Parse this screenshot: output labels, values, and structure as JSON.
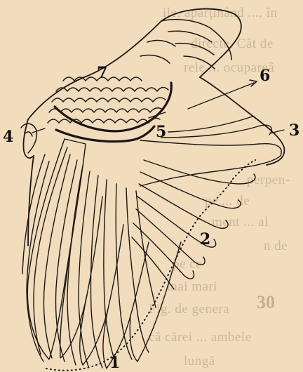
{
  "figure": {
    "labels": {
      "l1": "1",
      "l2": "2",
      "l3": "3",
      "l4": "4",
      "l5": "5",
      "l6": "6",
      "l7": "7"
    },
    "bleed_through": {
      "line1": "ile, aparţinând ..., în",
      "line2": "directe. Cât de",
      "line3": "rele ... ocupareâ",
      "line4": "perpen-",
      "line5": "pe ... de",
      "line6": "ment ... al",
      "line7": "n de",
      "line8": "pe ce",
      "line9": "mai mari",
      "line10": "Fig. de genera",
      "line11": "că cărei ... ambele",
      "line12": "lungă",
      "number": "30"
    }
  }
}
